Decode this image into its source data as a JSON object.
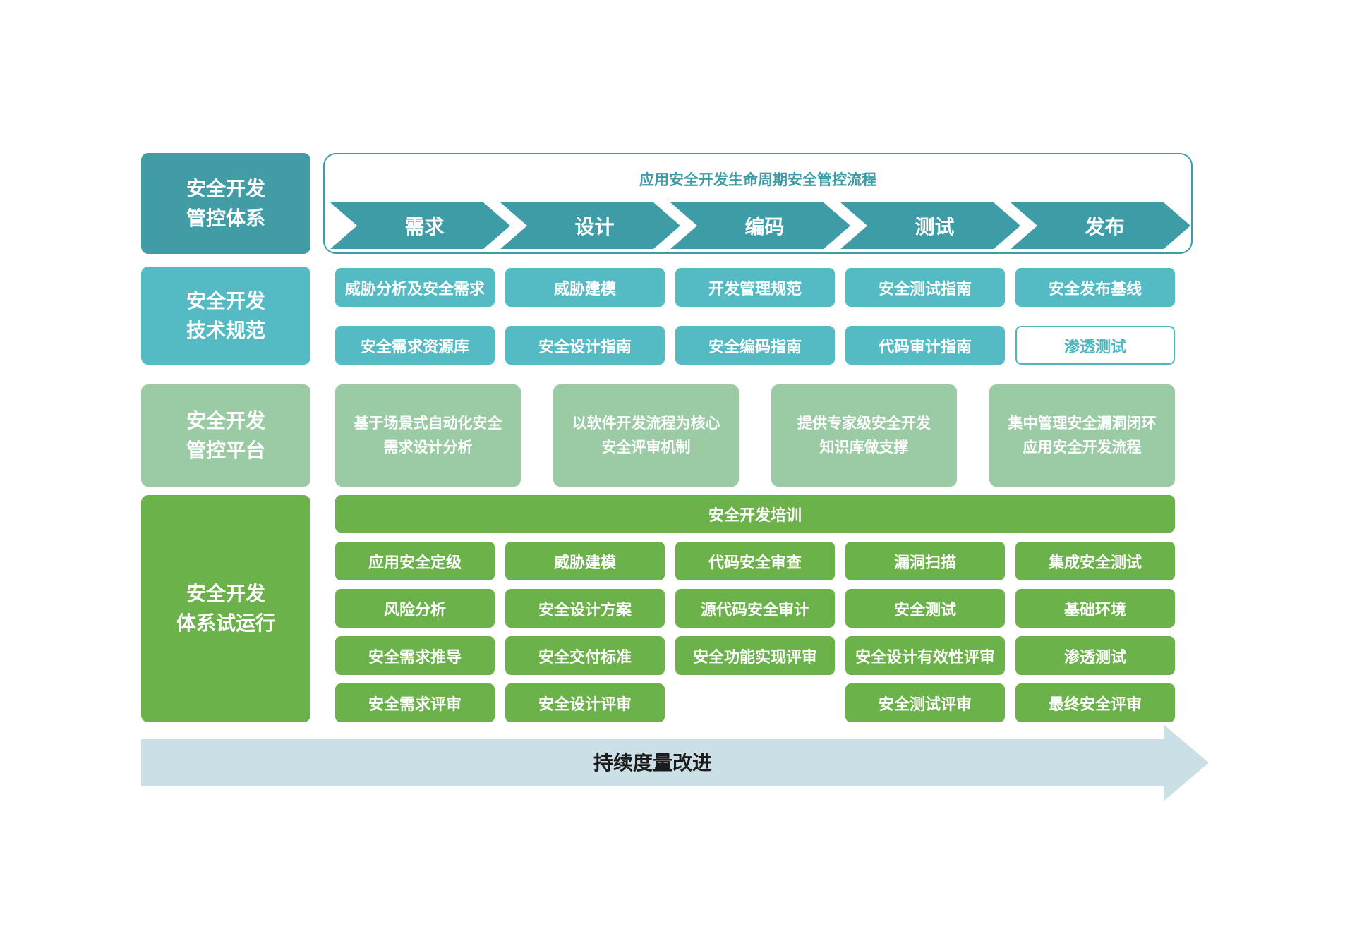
{
  "palette": {
    "teal_dark": "#419CA6",
    "teal": "#54BAC3",
    "teal_outline": "#4FB6C0",
    "green_light": "#9ACBA4",
    "green": "#6CB24A",
    "arrow_bg": "#CBE0E6",
    "flow_border": "#3E9CA7"
  },
  "sections": {
    "governance": {
      "label": "安全开发\n管控体系",
      "flow": {
        "title": "应用安全开发生命周期安全管控流程",
        "stages": [
          "需求",
          "设计",
          "编码",
          "测试",
          "发布"
        ]
      }
    },
    "standards": {
      "label": "安全开发\n技术规范",
      "row1": [
        "威胁分析及安全需求",
        "威胁建模",
        "开发管理规范",
        "安全测试指南",
        "安全发布基线"
      ],
      "row2": [
        "安全需求资源库",
        "安全设计指南",
        "安全编码指南",
        "代码审计指南",
        "渗透测试"
      ]
    },
    "platform": {
      "label": "安全开发\n管控平台",
      "items": [
        "基于场景式自动化安全\n需求设计分析",
        "以软件开发流程为核心\n安全评审机制",
        "提供专家级安全开发\n知识库做支撑",
        "集中管理安全漏洞闭环\n应用安全开发流程"
      ]
    },
    "pilot": {
      "label": "安全开发\n体系试运行",
      "training": "安全开发培训",
      "grid": [
        [
          "应用安全定级",
          "威胁建模",
          "代码安全审查",
          "漏洞扫描",
          "集成安全测试"
        ],
        [
          "风险分析",
          "安全设计方案",
          "源代码安全审计",
          "安全测试",
          "基础环境"
        ],
        [
          "安全需求推导",
          "安全交付标准",
          "安全功能实现评审",
          "安全设计有效性评审",
          "渗透测试"
        ],
        [
          "安全需求评审",
          "安全设计评审",
          "",
          "安全测试评审",
          "最终安全评审"
        ]
      ]
    },
    "footer": {
      "arrow_label": "持续度量改进"
    }
  }
}
